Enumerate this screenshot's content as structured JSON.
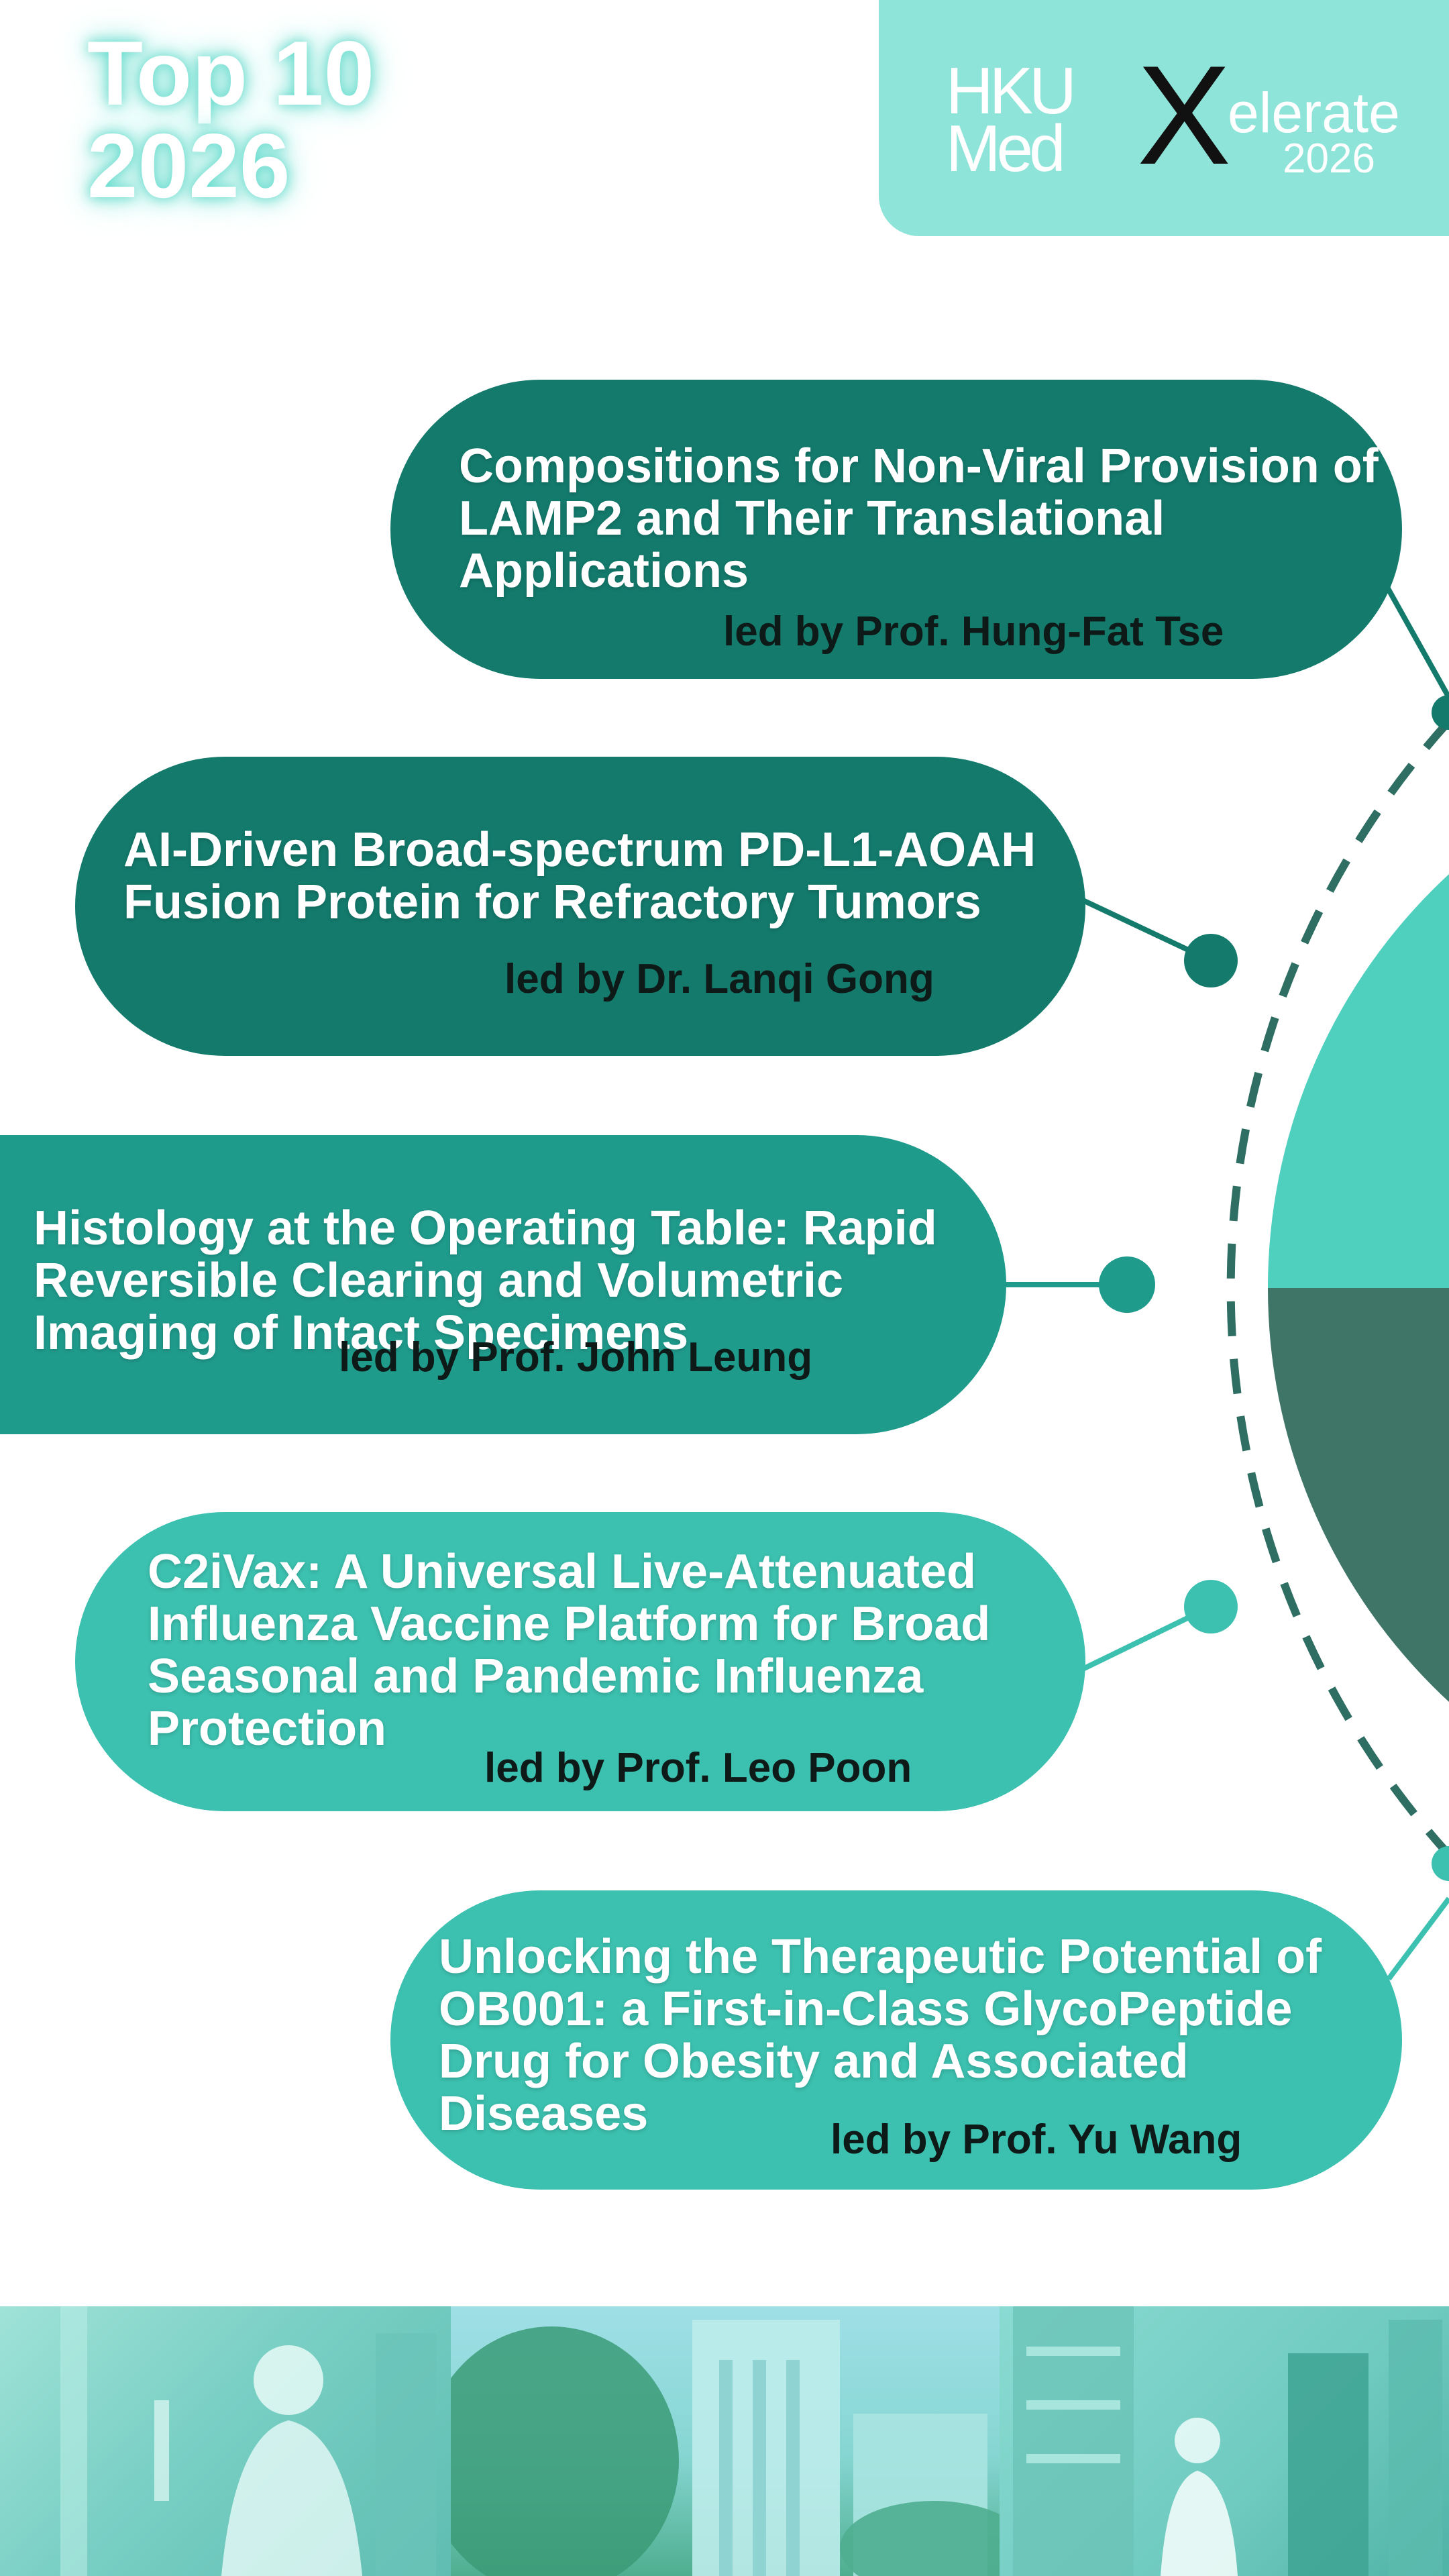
{
  "header": {
    "title_line1": "Top 10",
    "title_line2": "2026"
  },
  "brand": {
    "hku_line1": "HKU",
    "hku_line2": "Med",
    "x_letter": "X",
    "elerate": "elerate",
    "year": "2026"
  },
  "projects": [
    {
      "title": "Compositions for Non-Viral Provision of LAMP2 and Their Translational Applications",
      "lead": "led by Prof. Hung-Fat Tse"
    },
    {
      "title": "AI-Driven Broad-spectrum PD-L1-AOAH Fusion Protein for Refractory Tumors",
      "lead": "led by Dr. Lanqi Gong"
    },
    {
      "title": "Histology at the Operating Table: Rapid Reversible Clearing and Volumetric Imaging of Intact Specimens",
      "lead": "led by Prof. John Leung"
    },
    {
      "title": "C2iVax: A Universal Live-Attenuated Influenza Vaccine Platform for Broad Seasonal and Pandemic Influenza Protection",
      "lead": "led by Prof. Leo Poon"
    },
    {
      "title": "Unlocking the Therapeutic Potential of OB001: a First-in-Class GlycoPeptide Drug for Obesity and Associated Diseases",
      "lead": "led by Prof. Yu Wang"
    }
  ],
  "colors": {
    "pill_dark": "#137a6c",
    "pill_mid": "#1f9b8c",
    "pill_light": "#3cc0af",
    "ring_light": "#4fd0bf",
    "ring_dark": "#3f7567",
    "panel": "#8ee4d8"
  }
}
